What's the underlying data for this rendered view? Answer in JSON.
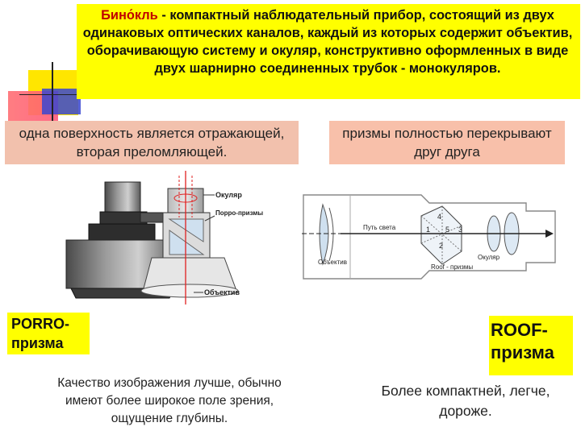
{
  "title": {
    "term": "Бино́кль",
    "definition": " - компактный наблюдательный прибор, состоящий из двух одинаковых оптических каналов, каждый из которых содержит объектив, оборачивающую систему и окуляр, конструктивно оформленных в виде двух шарнирно соединенных трубок - монокуляров."
  },
  "porro": {
    "note": "одна поверхность является отражающей, вторая преломляющей.",
    "label": "PORRO-призма",
    "description": "Качество изображения лучше, обычно имеют более широкое поле зрения, ощущение глубины.",
    "diagram_labels": {
      "eyepiece": "Окуляр",
      "prisms": "Порро-призмы",
      "objective": "Объектив"
    }
  },
  "roof": {
    "note": "призмы полностью перекрывают друг друга",
    "label": "ROOF-призма",
    "description": "Более компактней, легче, дороже.",
    "diagram_labels": {
      "light_path": "Путь света",
      "objective": "Объектив",
      "eyepiece": "Окуляр",
      "prisms": "Roof - призмы",
      "n1": "1",
      "n2": "2",
      "n3": "3",
      "n4": "4",
      "n5": "5"
    }
  }
}
